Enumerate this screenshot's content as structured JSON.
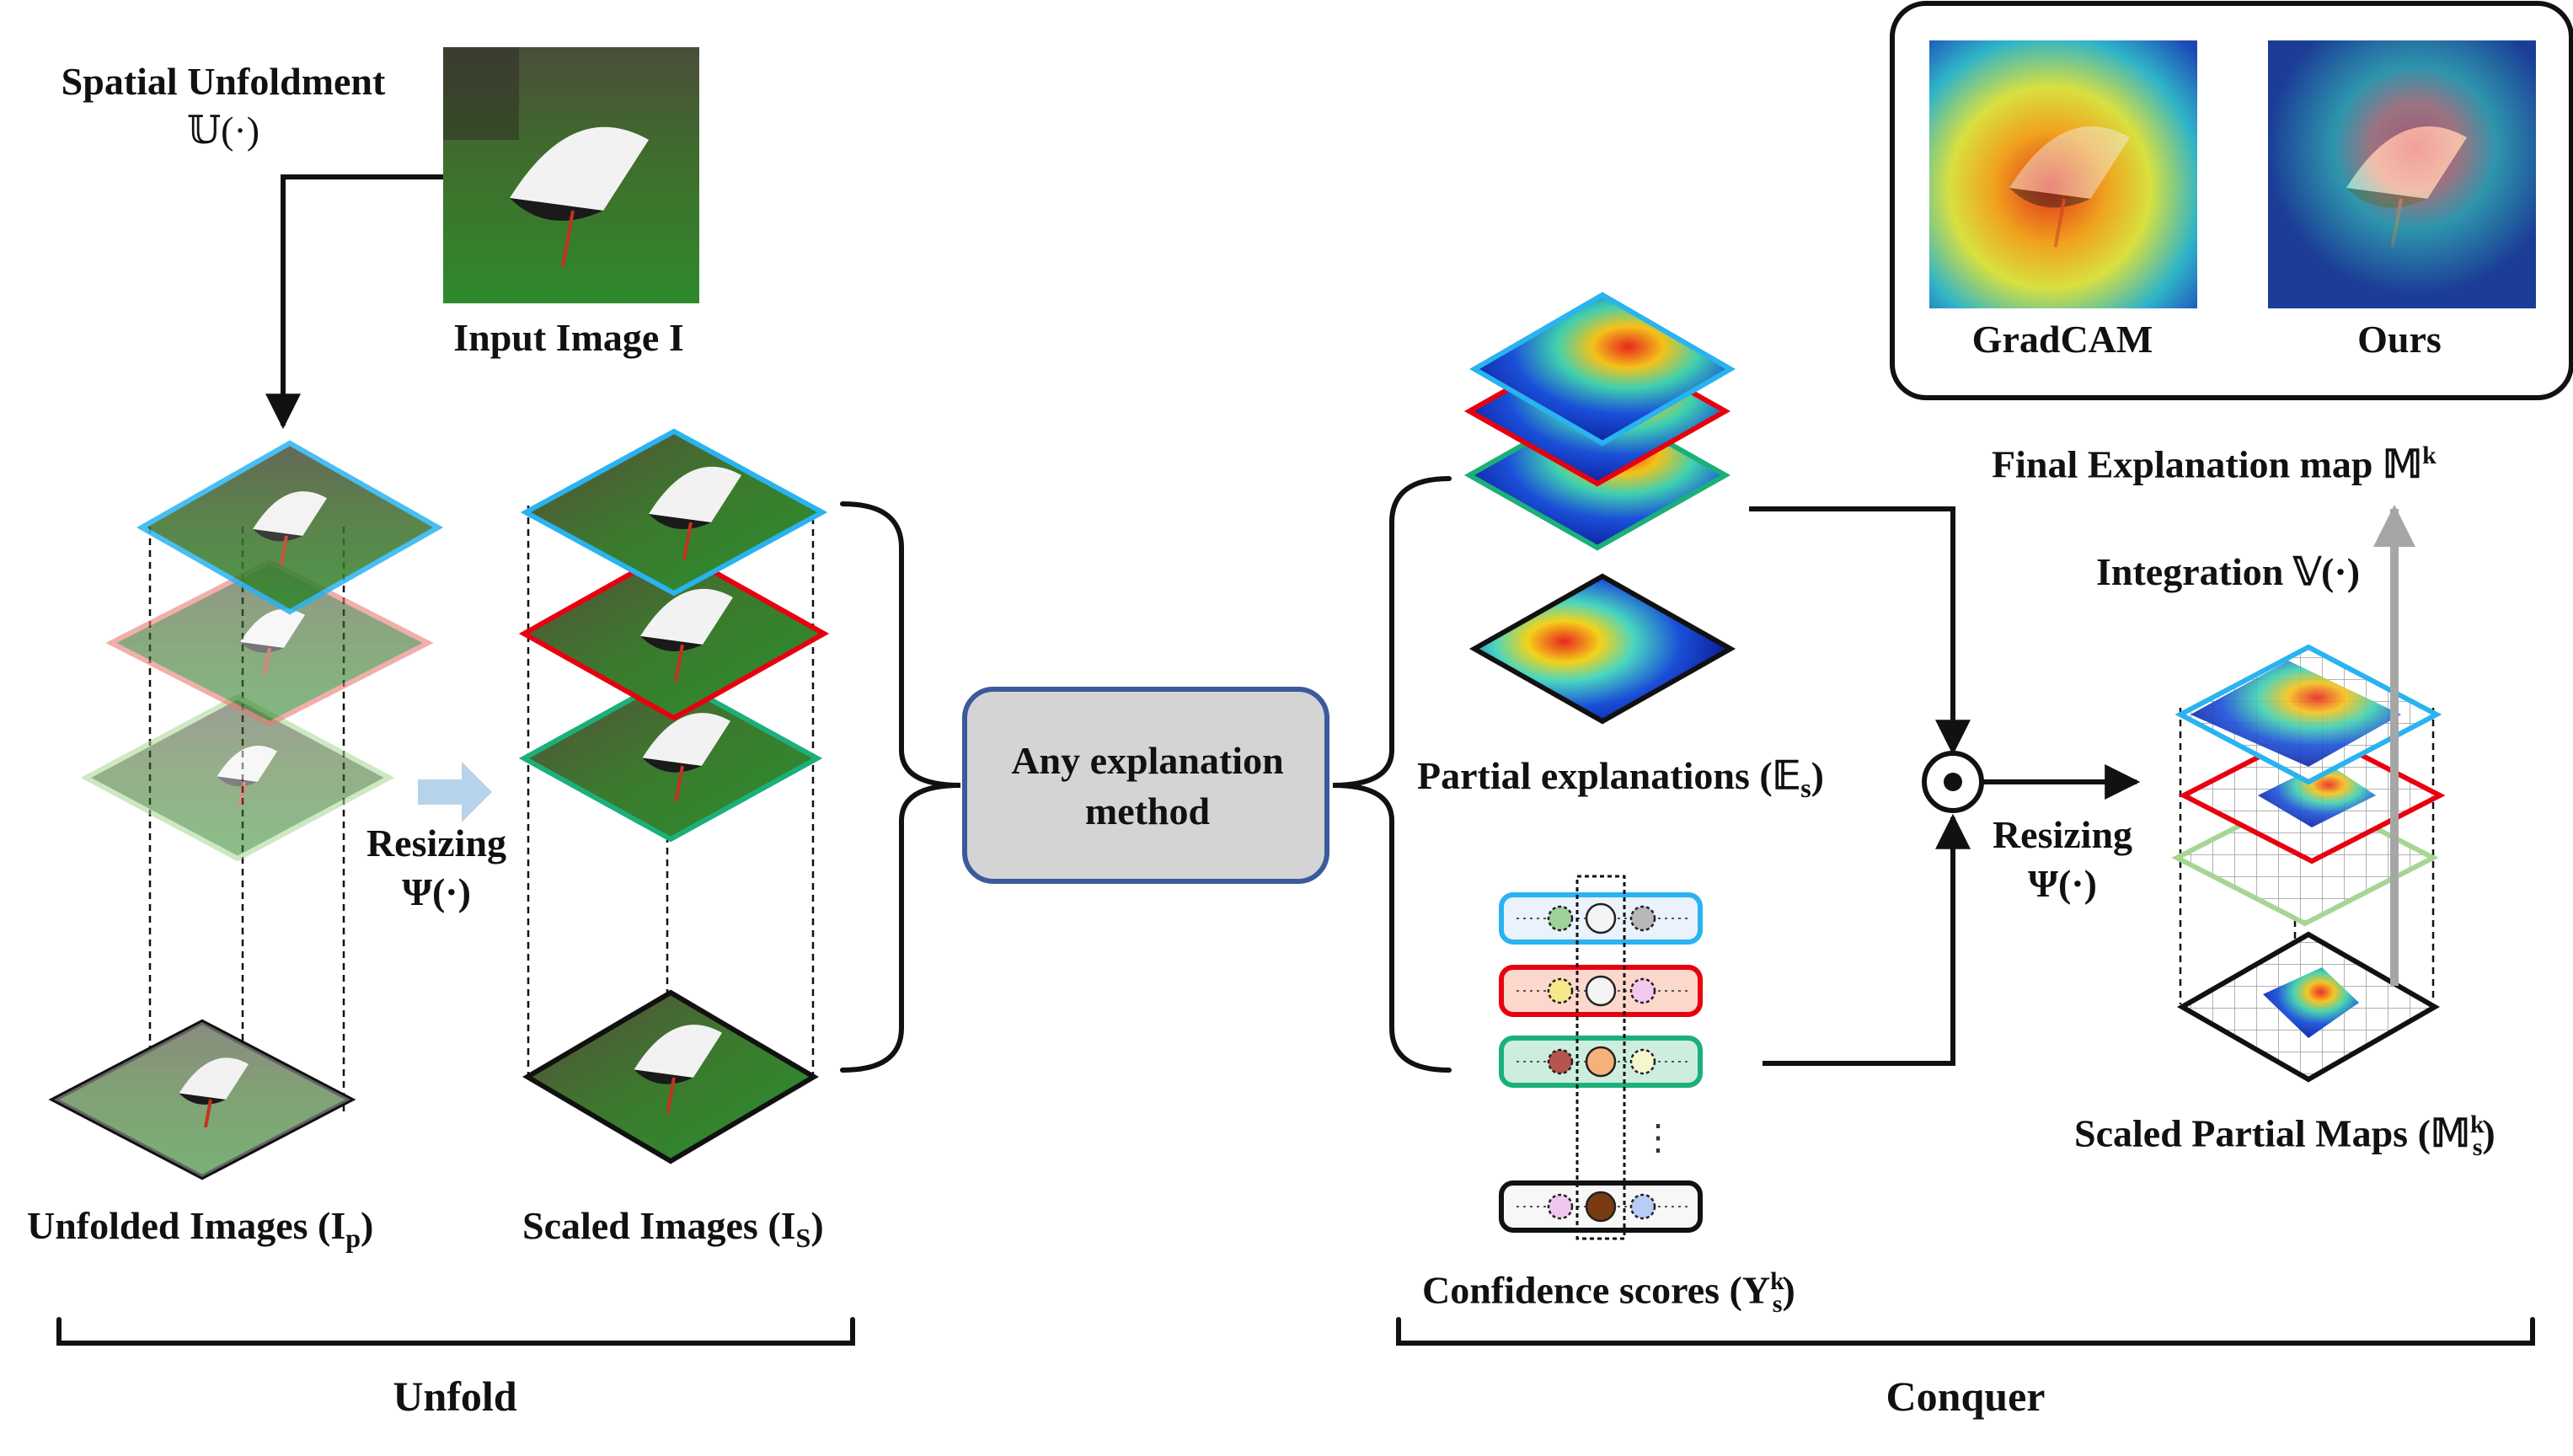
{
  "labels": {
    "spatial_unfoldment": "Spatial Unfoldment",
    "spatial_unfoldment_fn": "𝕌(·)",
    "input_image": "Input Image I",
    "resizing_left": "Resizing",
    "resizing_left_fn": "Ψ(·)",
    "unfolded_images": "Unfolded Images (I",
    "unfolded_images_sub": "p",
    "scaled_images": "Scaled Images (I",
    "scaled_images_sub": "S",
    "any_method_line1": "Any explanation",
    "any_method_line2": "method",
    "partial_explanations": "Partial explanations (𝔼",
    "partial_explanations_sub": "s",
    "confidence_scores": "Confidence scores (Y",
    "confidence_scores_sub": "s",
    "confidence_scores_sup": "k",
    "resizing_right": "Resizing",
    "resizing_right_fn": "Ψ(·)",
    "integration": "Integration 𝕍(·)",
    "final_map": "Final Explanation map 𝕄",
    "final_map_sup": "k",
    "scaled_partial_maps": "Scaled Partial Maps (𝕄",
    "scaled_partial_maps_sub": "s",
    "scaled_partial_maps_sup": "k",
    "gradcam": "GradCAM",
    "ours": "Ours",
    "unfold": "Unfold",
    "conquer": "Conquer",
    "ellipsis": "⋮"
  },
  "colors": {
    "blue": "#29b3f0",
    "red": "#e8000f",
    "green": "#1bb07a",
    "pale_red": "#e87a72",
    "pale_green": "#a6d693",
    "method_box_fill": "#d4d4d4",
    "method_box_border": "#3a5a9b",
    "resize_arrow": "#b7d3ec",
    "integration_arrow": "#a6a6a6"
  },
  "confidence_rows": [
    {
      "border": "blue",
      "fill": "#eaf2fb",
      "dots": [
        "#9fd29a",
        "#f4f4f4",
        "#b8b8b8"
      ]
    },
    {
      "border": "red",
      "fill": "#fbd7cc",
      "dots": [
        "#f6e98a",
        "#f4f4f4",
        "#f4c9ef"
      ]
    },
    {
      "border": "green",
      "fill": "#cdeede",
      "dots": [
        "#b5554d",
        "#f6b07a",
        "#f6f6cf"
      ]
    },
    {
      "border": "black",
      "fill": "#f7f7f7",
      "dots": [
        "#f2c7ee",
        "#7a3a12",
        "#b8cdf6"
      ]
    }
  ]
}
